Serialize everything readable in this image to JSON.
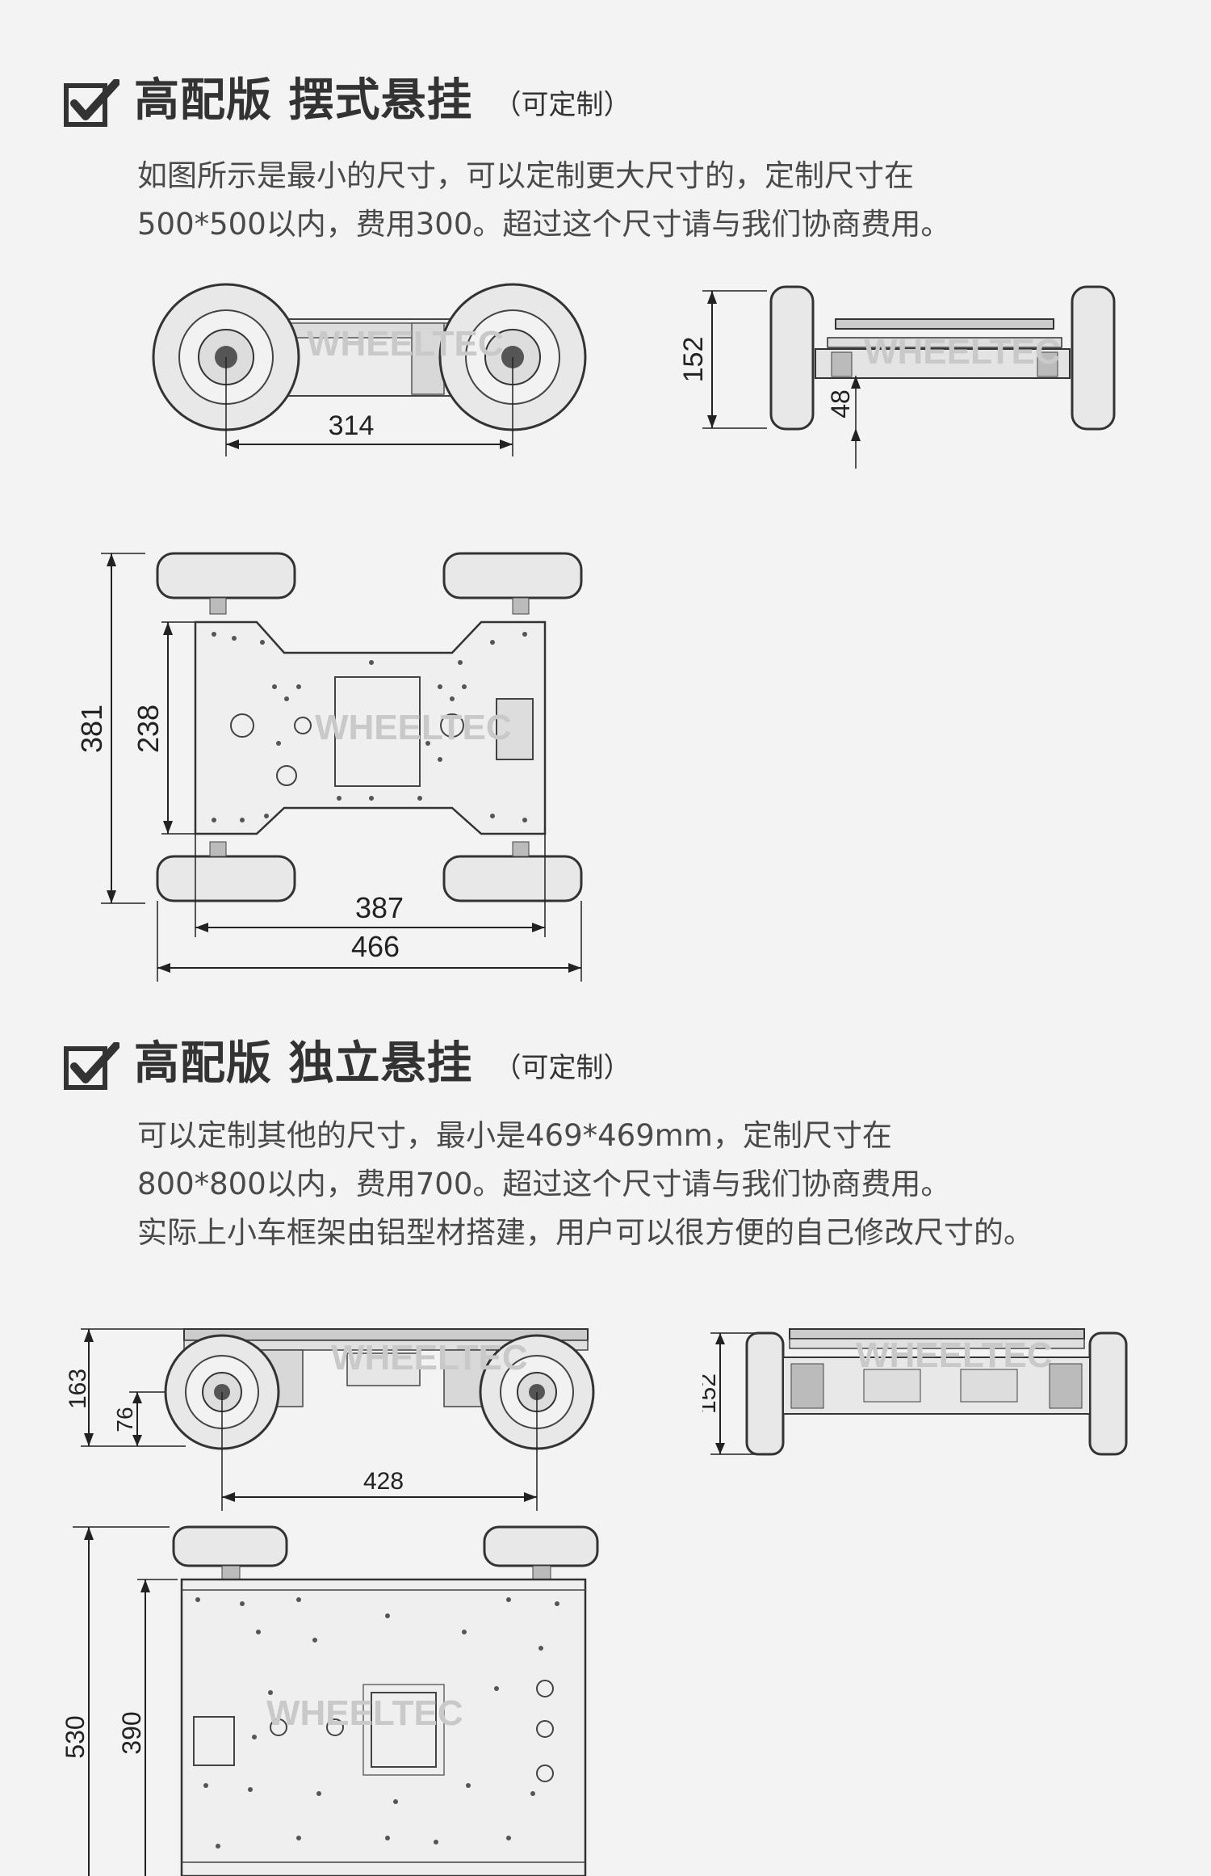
{
  "section1": {
    "title": "高配版 摆式悬挂",
    "subtitle": "（可定制）",
    "desc": [
      "如图所示是最小的尺寸，可以定制更大尺寸的，定制尺寸在",
      "500*500以内，费用300。超过这个尺寸请与我们协商费用。"
    ],
    "dims": {
      "side_wheelbase": "314",
      "front_height": "152",
      "front_clearance": "48",
      "top_overall_length": "381",
      "top_plate_length": "238",
      "top_plate_width": "387",
      "top_overall_width": "466"
    }
  },
  "section2": {
    "title": "高配版 独立悬挂",
    "subtitle": "（可定制）",
    "desc": [
      "可以定制其他的尺寸，最小是469*469mm，定制尺寸在",
      "800*800以内，费用700。超过这个尺寸请与我们协商费用。",
      "实际上小车框架由铝型材搭建，用户可以很方便的自己修改尺寸的。"
    ],
    "dims": {
      "side_height": "163",
      "side_axle_height": "76",
      "side_wheelbase": "428",
      "front_height": "152",
      "top_overall_length": "530",
      "top_plate_length": "390"
    }
  },
  "watermark": "WHEELTEC",
  "icons": {
    "check": "checkbox-checked-icon"
  },
  "colors": {
    "background": "#f3f3f3",
    "line": "#222222",
    "tire": "#e8e8e8"
  }
}
